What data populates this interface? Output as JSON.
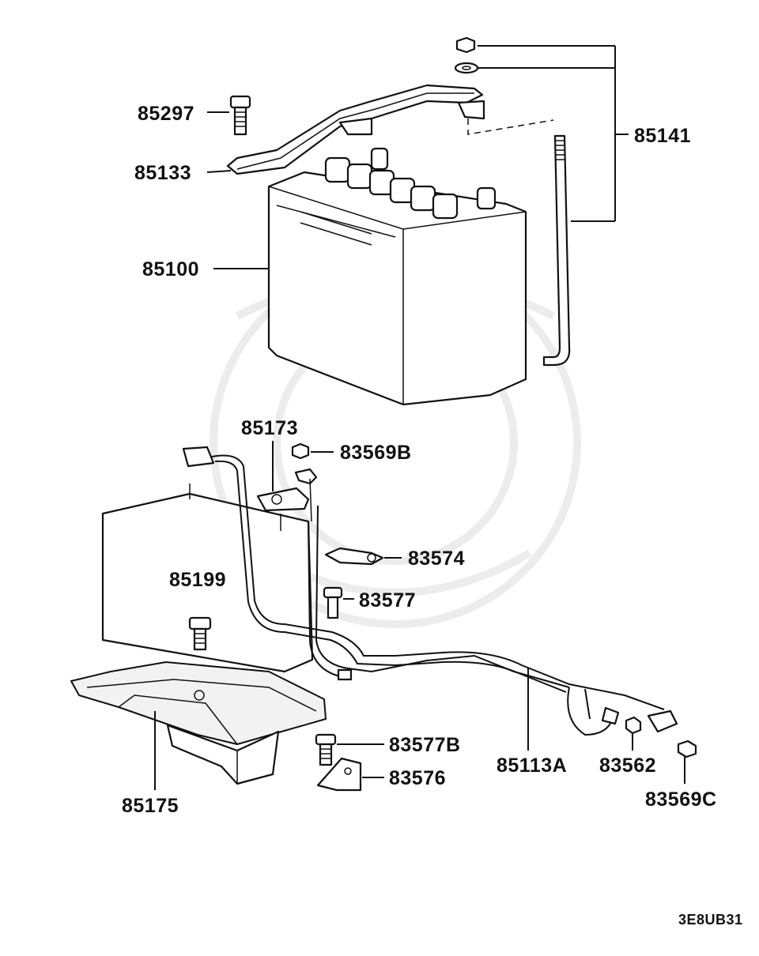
{
  "diagram": {
    "code": "3E8UB31",
    "callouts": [
      {
        "id": "85297",
        "text": "85297"
      },
      {
        "id": "85133",
        "text": "85133"
      },
      {
        "id": "85141",
        "text": "85141"
      },
      {
        "id": "85100",
        "text": "85100"
      },
      {
        "id": "85173",
        "text": "85173"
      },
      {
        "id": "83569B",
        "text": "83569B"
      },
      {
        "id": "83574",
        "text": "83574"
      },
      {
        "id": "85199",
        "text": "85199"
      },
      {
        "id": "83577",
        "text": "83577"
      },
      {
        "id": "83577B",
        "text": "83577B"
      },
      {
        "id": "83576",
        "text": "83576"
      },
      {
        "id": "85113A",
        "text": "85113A"
      },
      {
        "id": "83562",
        "text": "83562"
      },
      {
        "id": "83569C",
        "text": "83569C"
      },
      {
        "id": "85175",
        "text": "85175"
      }
    ]
  }
}
